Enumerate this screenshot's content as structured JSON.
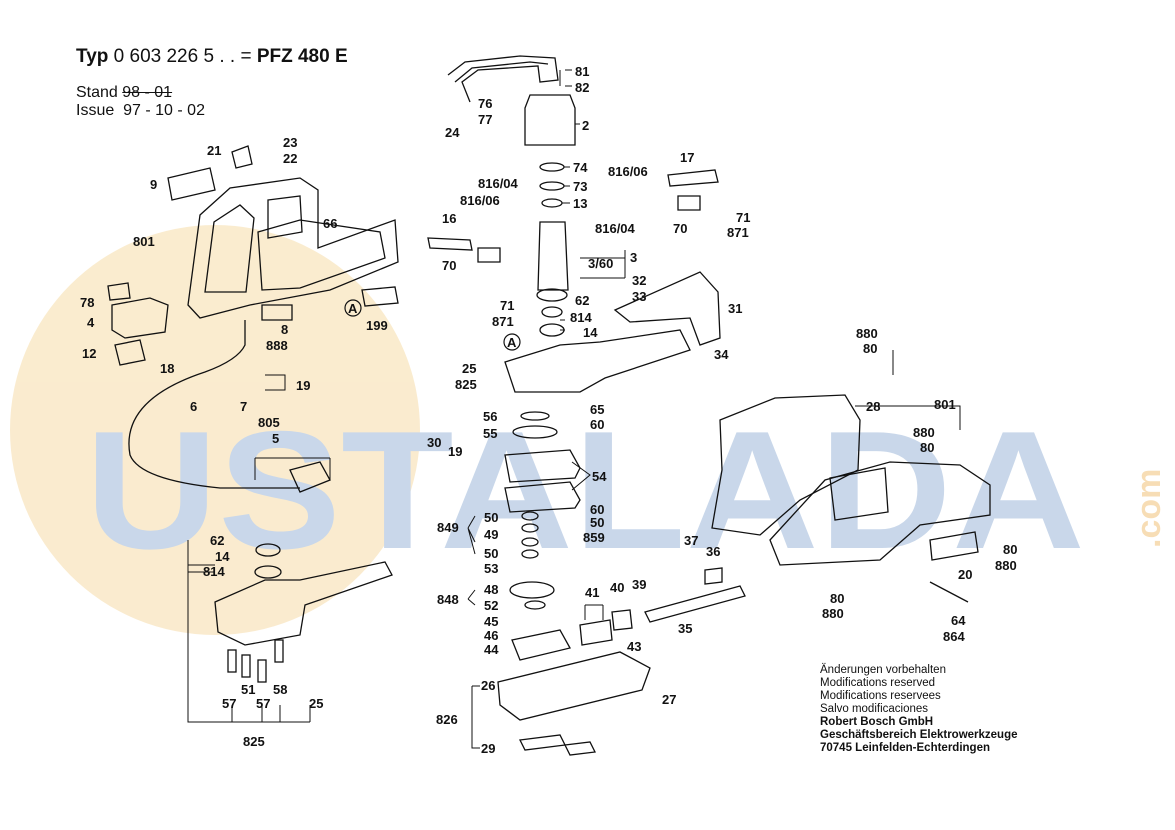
{
  "header": {
    "typ_label": "Typ",
    "typ_number": "0 603 226",
    "typ_suffix": "5 . .",
    "eq": "=",
    "model": "PFZ 480 E",
    "stand_label": "Stand",
    "stand_value": "98 - 01",
    "issue_label": "Issue",
    "issue_value": "97 - 10 - 02"
  },
  "watermark": {
    "text": "USTALADA",
    "suffix": ".com"
  },
  "notes": [
    "Änderungen vorbehalten",
    "Modifications reserved",
    "Modifications reservees",
    "Salvo modificaciones",
    "Robert Bosch GmbH",
    "Geschäftsbereich Elektrowerkzeuge",
    "70745 Leinfelden-Echterdingen"
  ],
  "callouts": {
    "c81": "81",
    "c82": "82",
    "c76": "76",
    "c77": "77",
    "c24": "24",
    "c2": "2",
    "c74": "74",
    "c73": "73",
    "c13": "13",
    "c81604a": "816/04",
    "c81606a": "816/06",
    "c81606b": "816/06",
    "c17": "17",
    "c71a": "71",
    "c871a": "871",
    "c70a": "70",
    "c81604b": "816/04",
    "c16": "16",
    "c70b": "70",
    "c3": "3",
    "c360": "3/60",
    "c32": "32",
    "c33": "33",
    "c31": "31",
    "c71b": "71",
    "c871b": "871",
    "c62a": "62",
    "c814a": "814",
    "c14a": "14",
    "c34": "34",
    "c21": "21",
    "c23": "23",
    "c22": "22",
    "c9": "9",
    "c66": "66",
    "c801a": "801",
    "c199": "199",
    "c8": "8",
    "c888": "888",
    "c78": "78",
    "c4": "4",
    "c12": "12",
    "c18": "18",
    "c19a": "19",
    "c6": "6",
    "c7": "7",
    "c805": "805",
    "c5": "5",
    "c25a": "25",
    "c825a": "825",
    "c56": "56",
    "c65": "65",
    "c55": "55",
    "c60a": "60",
    "c30": "30",
    "c19b": "19",
    "c54": "54",
    "c849": "849",
    "c50a": "50",
    "c49": "49",
    "c50b": "50",
    "c60b": "60",
    "c50c": "50",
    "c859": "859",
    "c53": "53",
    "c848": "848",
    "c48": "48",
    "c52": "52",
    "c45": "45",
    "c46": "46",
    "c44": "44",
    "c41": "41",
    "c40": "40",
    "c39": "39",
    "c43": "43",
    "c37": "37",
    "c36": "36",
    "c35": "35",
    "c826": "826",
    "c26": "26",
    "c29": "29",
    "c27": "27",
    "c62b": "62",
    "c14b": "14",
    "c814b": "814",
    "c51": "51",
    "c58": "58",
    "c57a": "57",
    "c57b": "57",
    "c25b": "25",
    "c825b": "825",
    "c880a": "880",
    "c80a": "80",
    "c28": "28",
    "c801b": "801",
    "c880b": "880",
    "c80b": "80",
    "c80c": "80",
    "c880c": "880",
    "c20": "20",
    "c80d": "80",
    "c880d": "880",
    "c64": "64",
    "c864": "864",
    "cA1": "A",
    "cA2": "A"
  }
}
